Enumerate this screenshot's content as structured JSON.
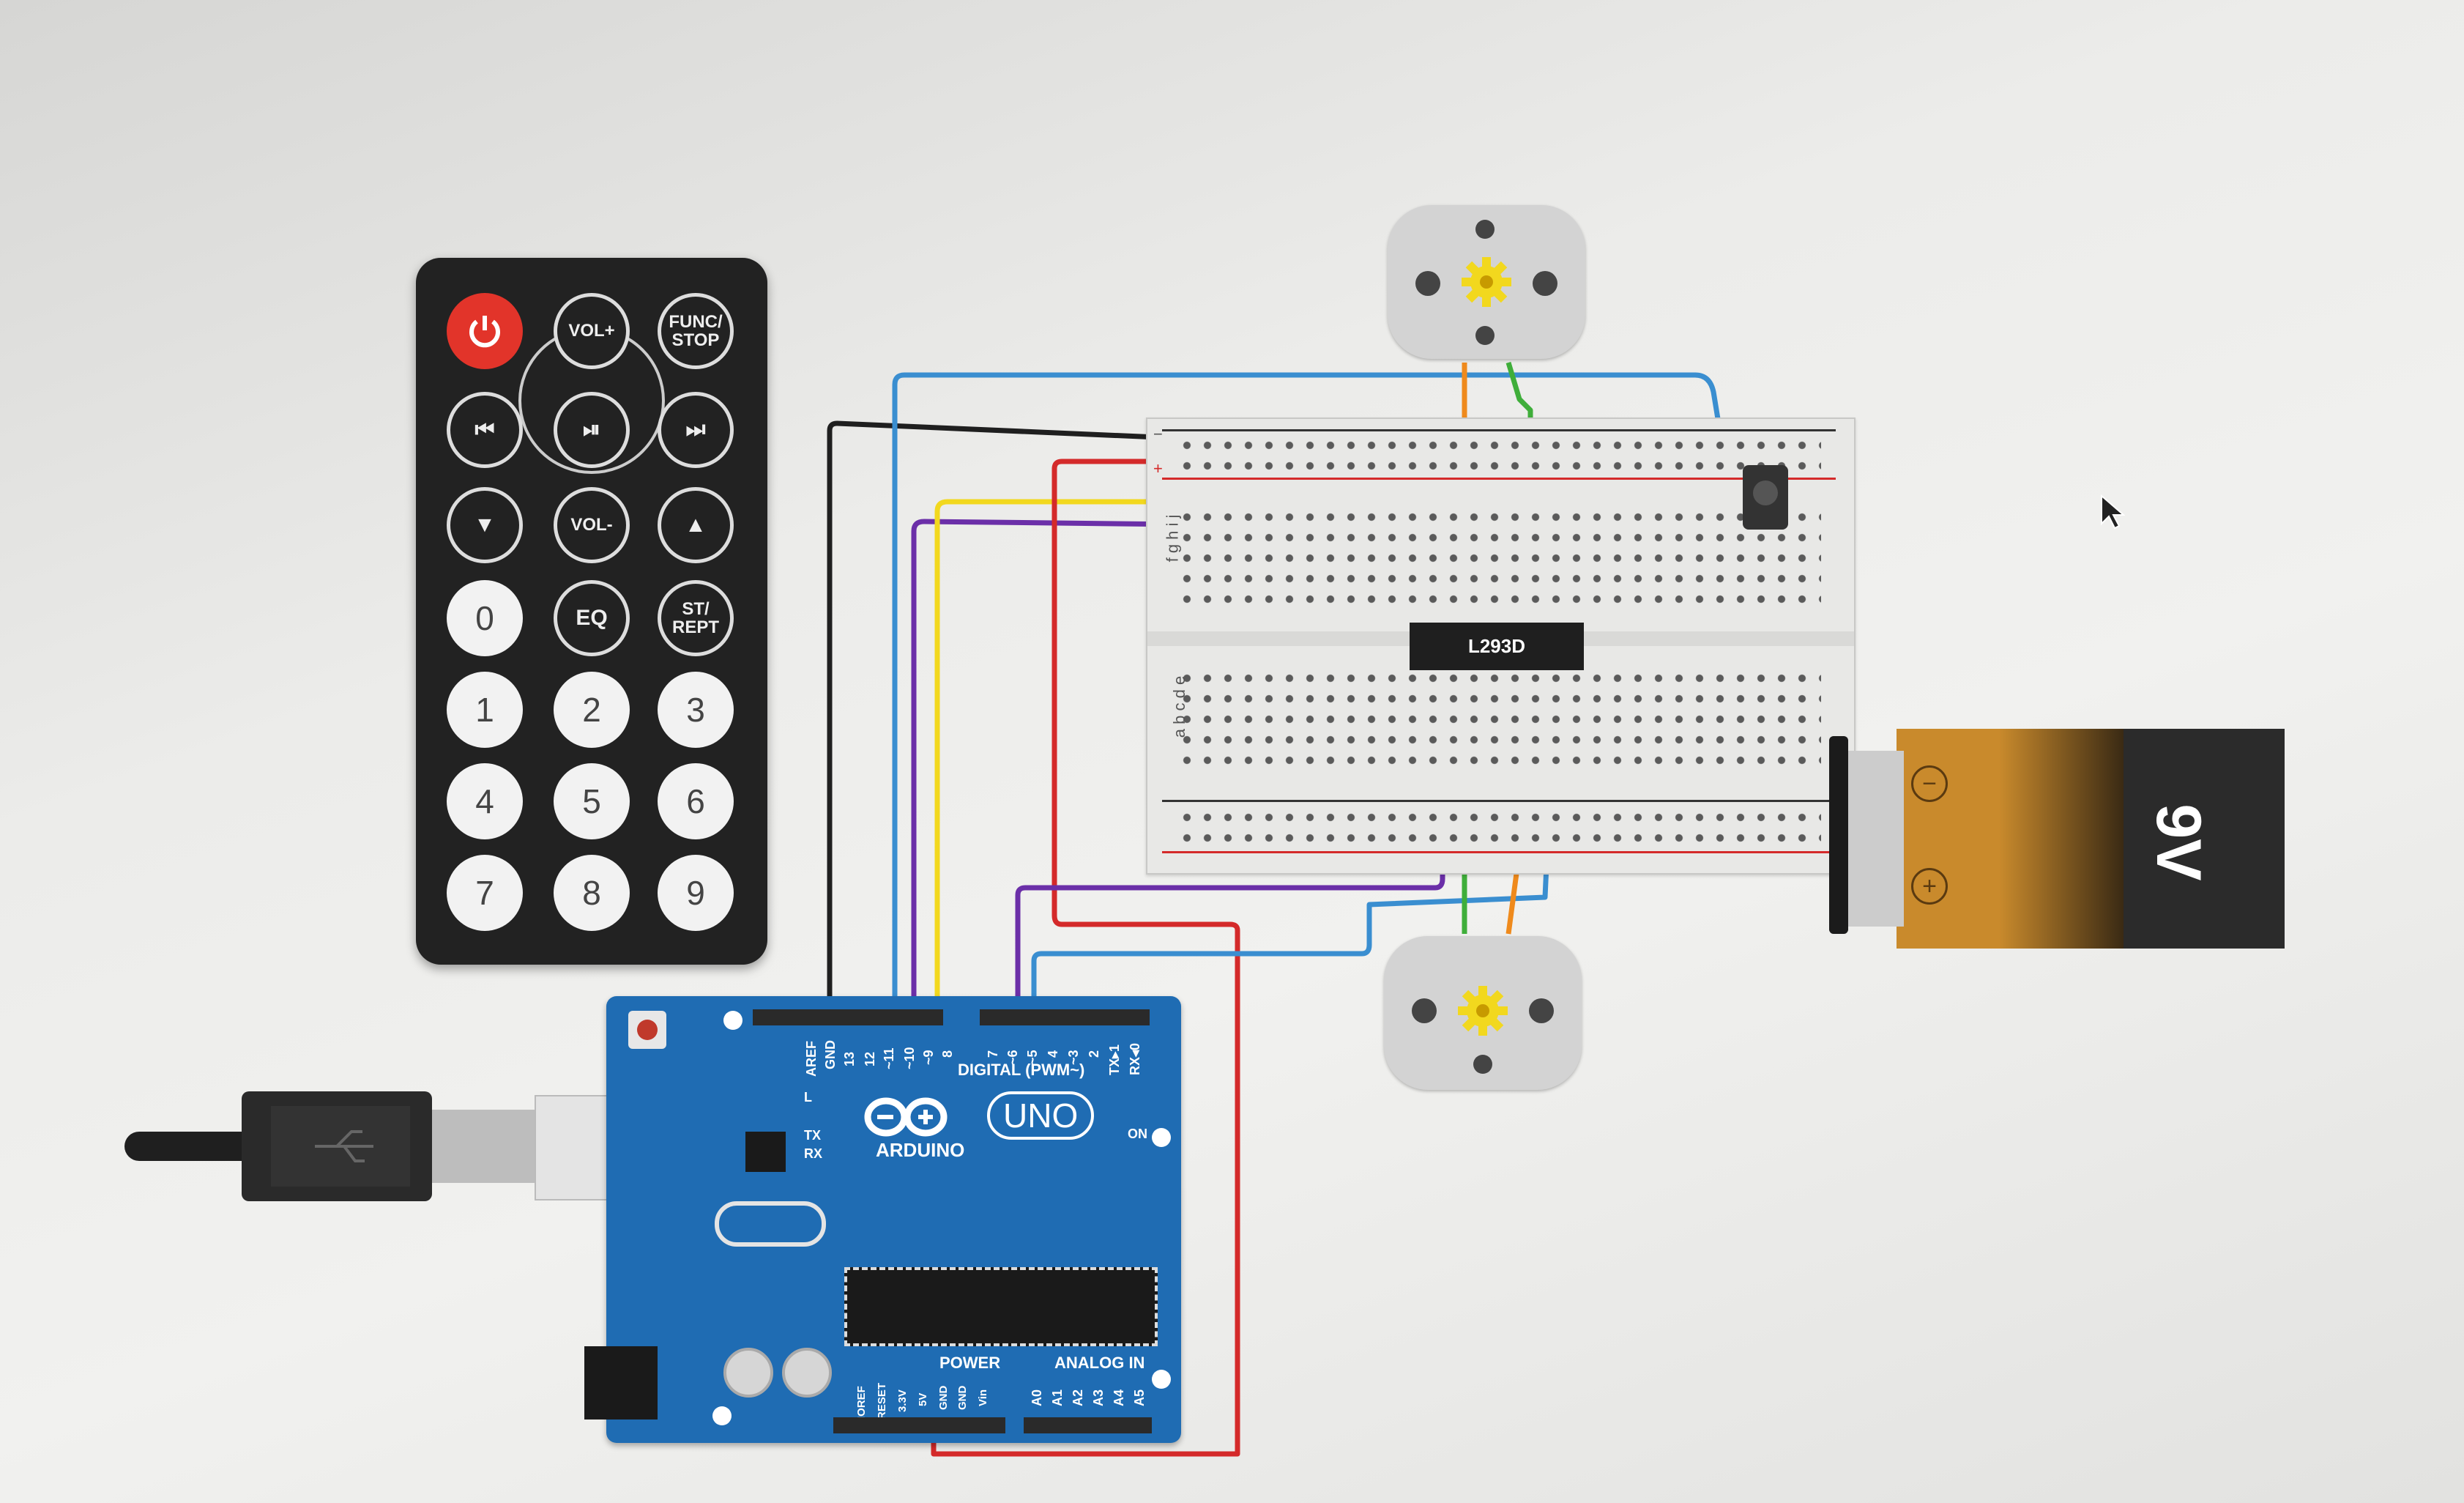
{
  "remote": {
    "power_icon": "power-icon",
    "vol_up": "VOL+",
    "func_stop": "FUNC/\nSTOP",
    "prev_icon": "prev-track-icon",
    "play_pause_icon": "play-pause-icon",
    "next_icon": "next-track-icon",
    "down_icon": "down-arrow-icon",
    "vol_down": "VOL-",
    "up_icon": "up-arrow-icon",
    "zero": "0",
    "eq": "EQ",
    "st_rept": "ST/\nREPT",
    "digits": [
      "1",
      "2",
      "3",
      "4",
      "5",
      "6",
      "7",
      "8",
      "9"
    ]
  },
  "breadboard": {
    "chip_label": "L293D",
    "rail_minus": "−",
    "rail_plus": "+",
    "row_letters_top": "f g h i j",
    "row_letters_bottom": "a b c d e"
  },
  "battery": {
    "label": "9V",
    "minus": "−",
    "plus": "+"
  },
  "arduino": {
    "brand": "ARDUINO",
    "model": "UNO",
    "digital_label": "DIGITAL (PWM~)",
    "power_label": "POWER",
    "analog_label": "ANALOG IN",
    "on_label": "ON",
    "l_label": "L",
    "tx_label": "TX",
    "rx_label": "RX",
    "digital_pins": [
      "AREF",
      "GND",
      "13",
      "12",
      "~11",
      "~10",
      "~9",
      "8",
      "7",
      "~6",
      "~5",
      "4",
      "~3",
      "2",
      "TX▸1",
      "RX◂0"
    ],
    "power_pins": [
      "IOREF",
      "RESET",
      "3.3V",
      "5V",
      "GND",
      "GND",
      "Vin"
    ],
    "analog_pins": [
      "A0",
      "A1",
      "A2",
      "A3",
      "A4",
      "A5"
    ]
  },
  "colors": {
    "wire_red": "#d42a2a",
    "wire_blue": "#3a8ed0",
    "wire_purple": "#6b2fa8",
    "wire_yellow": "#f2d81e",
    "wire_black": "#1f1f1f",
    "wire_orange": "#ef8a1c",
    "wire_green": "#3fae3a",
    "arduino_blue": "#1f6cb3",
    "remote_power": "#e2342a"
  }
}
